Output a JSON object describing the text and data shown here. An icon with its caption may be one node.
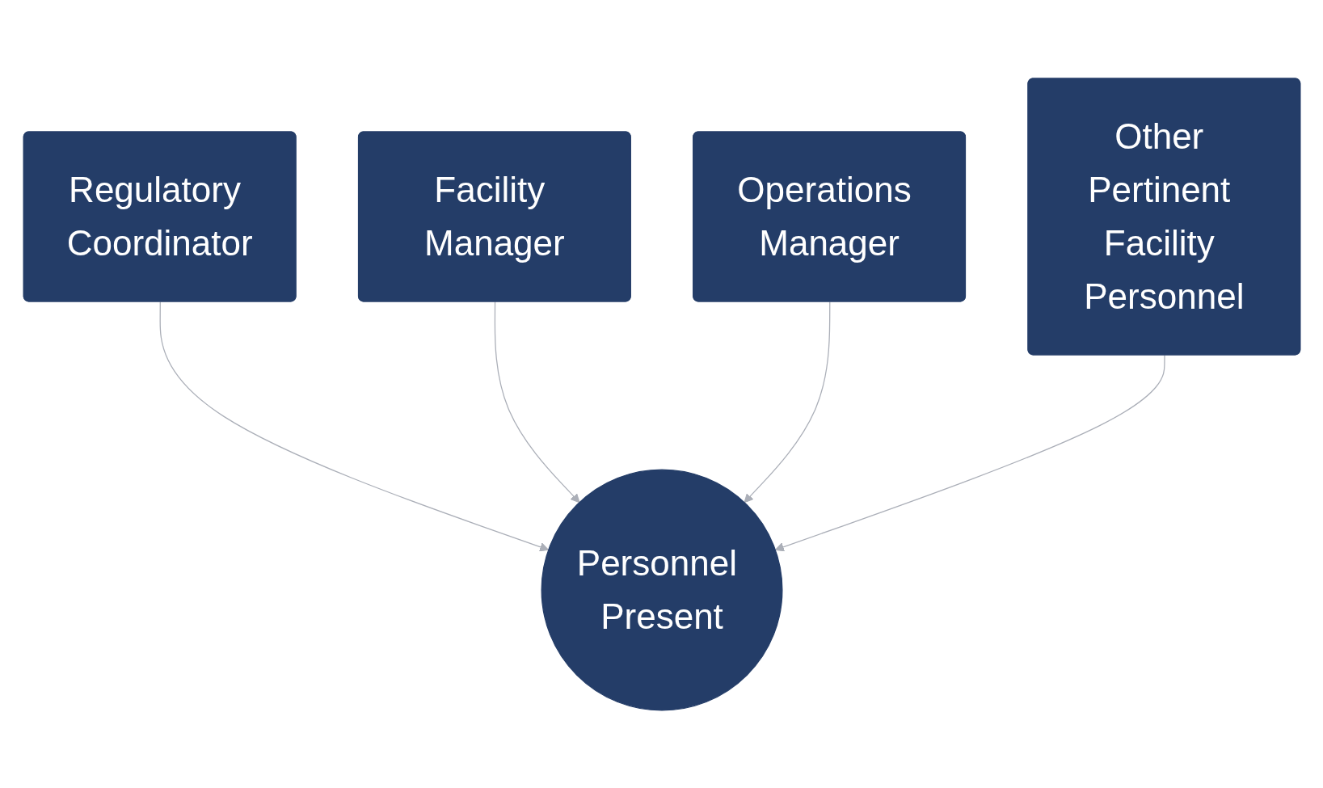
{
  "diagram": {
    "nodes": [
      {
        "text": [
          "Regulatory Coordinator"
        ]
      },
      {
        "text": [
          "Facility Manager"
        ]
      },
      {
        "text": [
          "Operations Manager"
        ]
      },
      {
        "text": [
          "Personnel Present"
        ]
      },
      {
        "text": [
          "Other Pertinent Facility Personnel"
        ]
      }
    ],
    "edges": [
      {
        "from": 0,
        "to": 3,
        "arrow": "to"
      },
      {
        "from": 1,
        "to": 3,
        "arrow": "to"
      },
      {
        "from": 2,
        "to": 3,
        "arrow": "to"
      },
      {
        "from": 4,
        "to": 3,
        "arrow": "to"
      }
    ]
  }
}
